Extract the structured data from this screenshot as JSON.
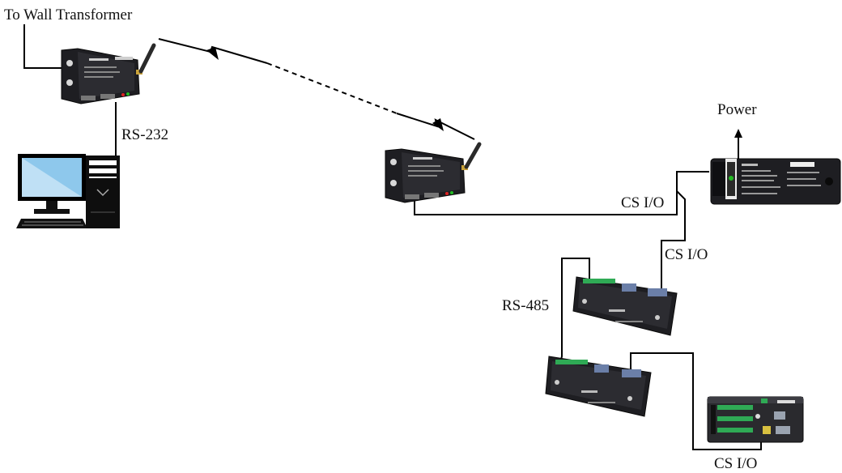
{
  "labels": {
    "wall_transformer": "To Wall Transformer",
    "rs232": "RS-232",
    "cs_io_radio": "CS I/O",
    "power": "Power",
    "cs_io_ps": "CS I/O",
    "rs485": "RS-485",
    "cs_io_datalogger": "CS I/O"
  }
}
